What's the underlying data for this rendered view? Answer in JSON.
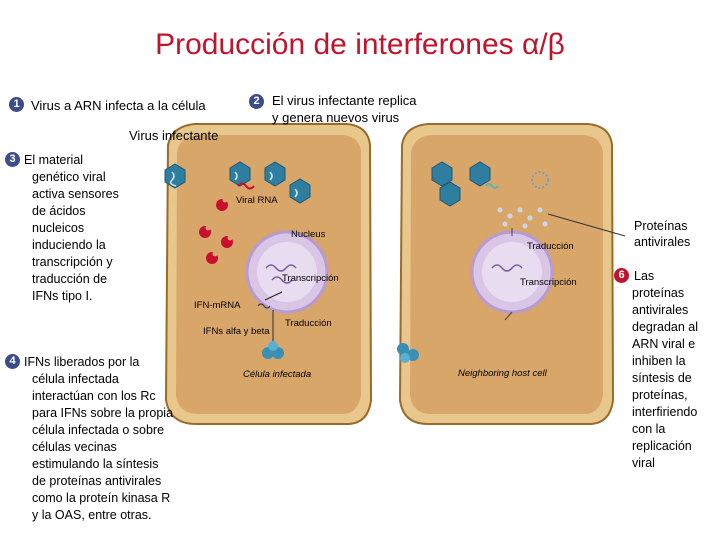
{
  "title": "Producción de interferones α/β",
  "steps": {
    "s1": {
      "num": "1",
      "text": "Virus a ARN infecta a la célula"
    },
    "s2": {
      "num": "2",
      "line1": "El virus infectante replica",
      "line2": "y genera nuevos virus"
    },
    "s3": {
      "num": "3",
      "lines": [
        "El material",
        "genético viral",
        "activa sensores",
        "de ácidos",
        "nucleicos",
        "induciendo la",
        "transcripción y",
        "traducción de",
        "IFNs tipo I."
      ]
    },
    "s4": {
      "num": "4",
      "lines": [
        "IFNs liberados por la",
        "célula infectada",
        "interactúan con los Rc",
        "para IFNs sobre la propia",
        "célula infectada o sobre",
        "células vecinas",
        "estimulando la síntesis",
        "de proteínas antivirales",
        "como la proteín kinasa R",
        "y la OAS, entre otras."
      ]
    },
    "s6": {
      "num": "6",
      "lines": [
        "Las",
        "proteínas",
        "antivirales",
        "degradan al",
        "ARN viral e",
        "inhiben la",
        "síntesis de",
        "proteínas,",
        "interfiriendo",
        "con la",
        "replicación",
        "viral"
      ]
    }
  },
  "labels": {
    "virus_infectante": "Virus infectante",
    "viral_rna": "Viral RNA",
    "nucleus": "Nucleus",
    "transcripcion": "Transcripción",
    "ifn_mrna": "IFN-mRNA",
    "traduccion": "Traducción",
    "ifns_alfa_beta": "IFNs alfa y beta",
    "celula_infectada": "Célula infectada",
    "neighboring_host_cell": "Neighboring host cell",
    "traduccion_right": "Traducción",
    "transcripcion_right": "Transcripción",
    "proteinas_antivirales": [
      "Proteínas",
      "antivirales"
    ]
  },
  "colors": {
    "title": "#c0142c",
    "cell_membrane": "#e8c78c",
    "cytoplasm": "#d8a86c",
    "nucleus": "#d9c6e6",
    "virus": "#2f7ea0",
    "viral_rna_red": "#c8102e",
    "ifn": "#3a8fb4",
    "badge": "#3b4d8a"
  }
}
